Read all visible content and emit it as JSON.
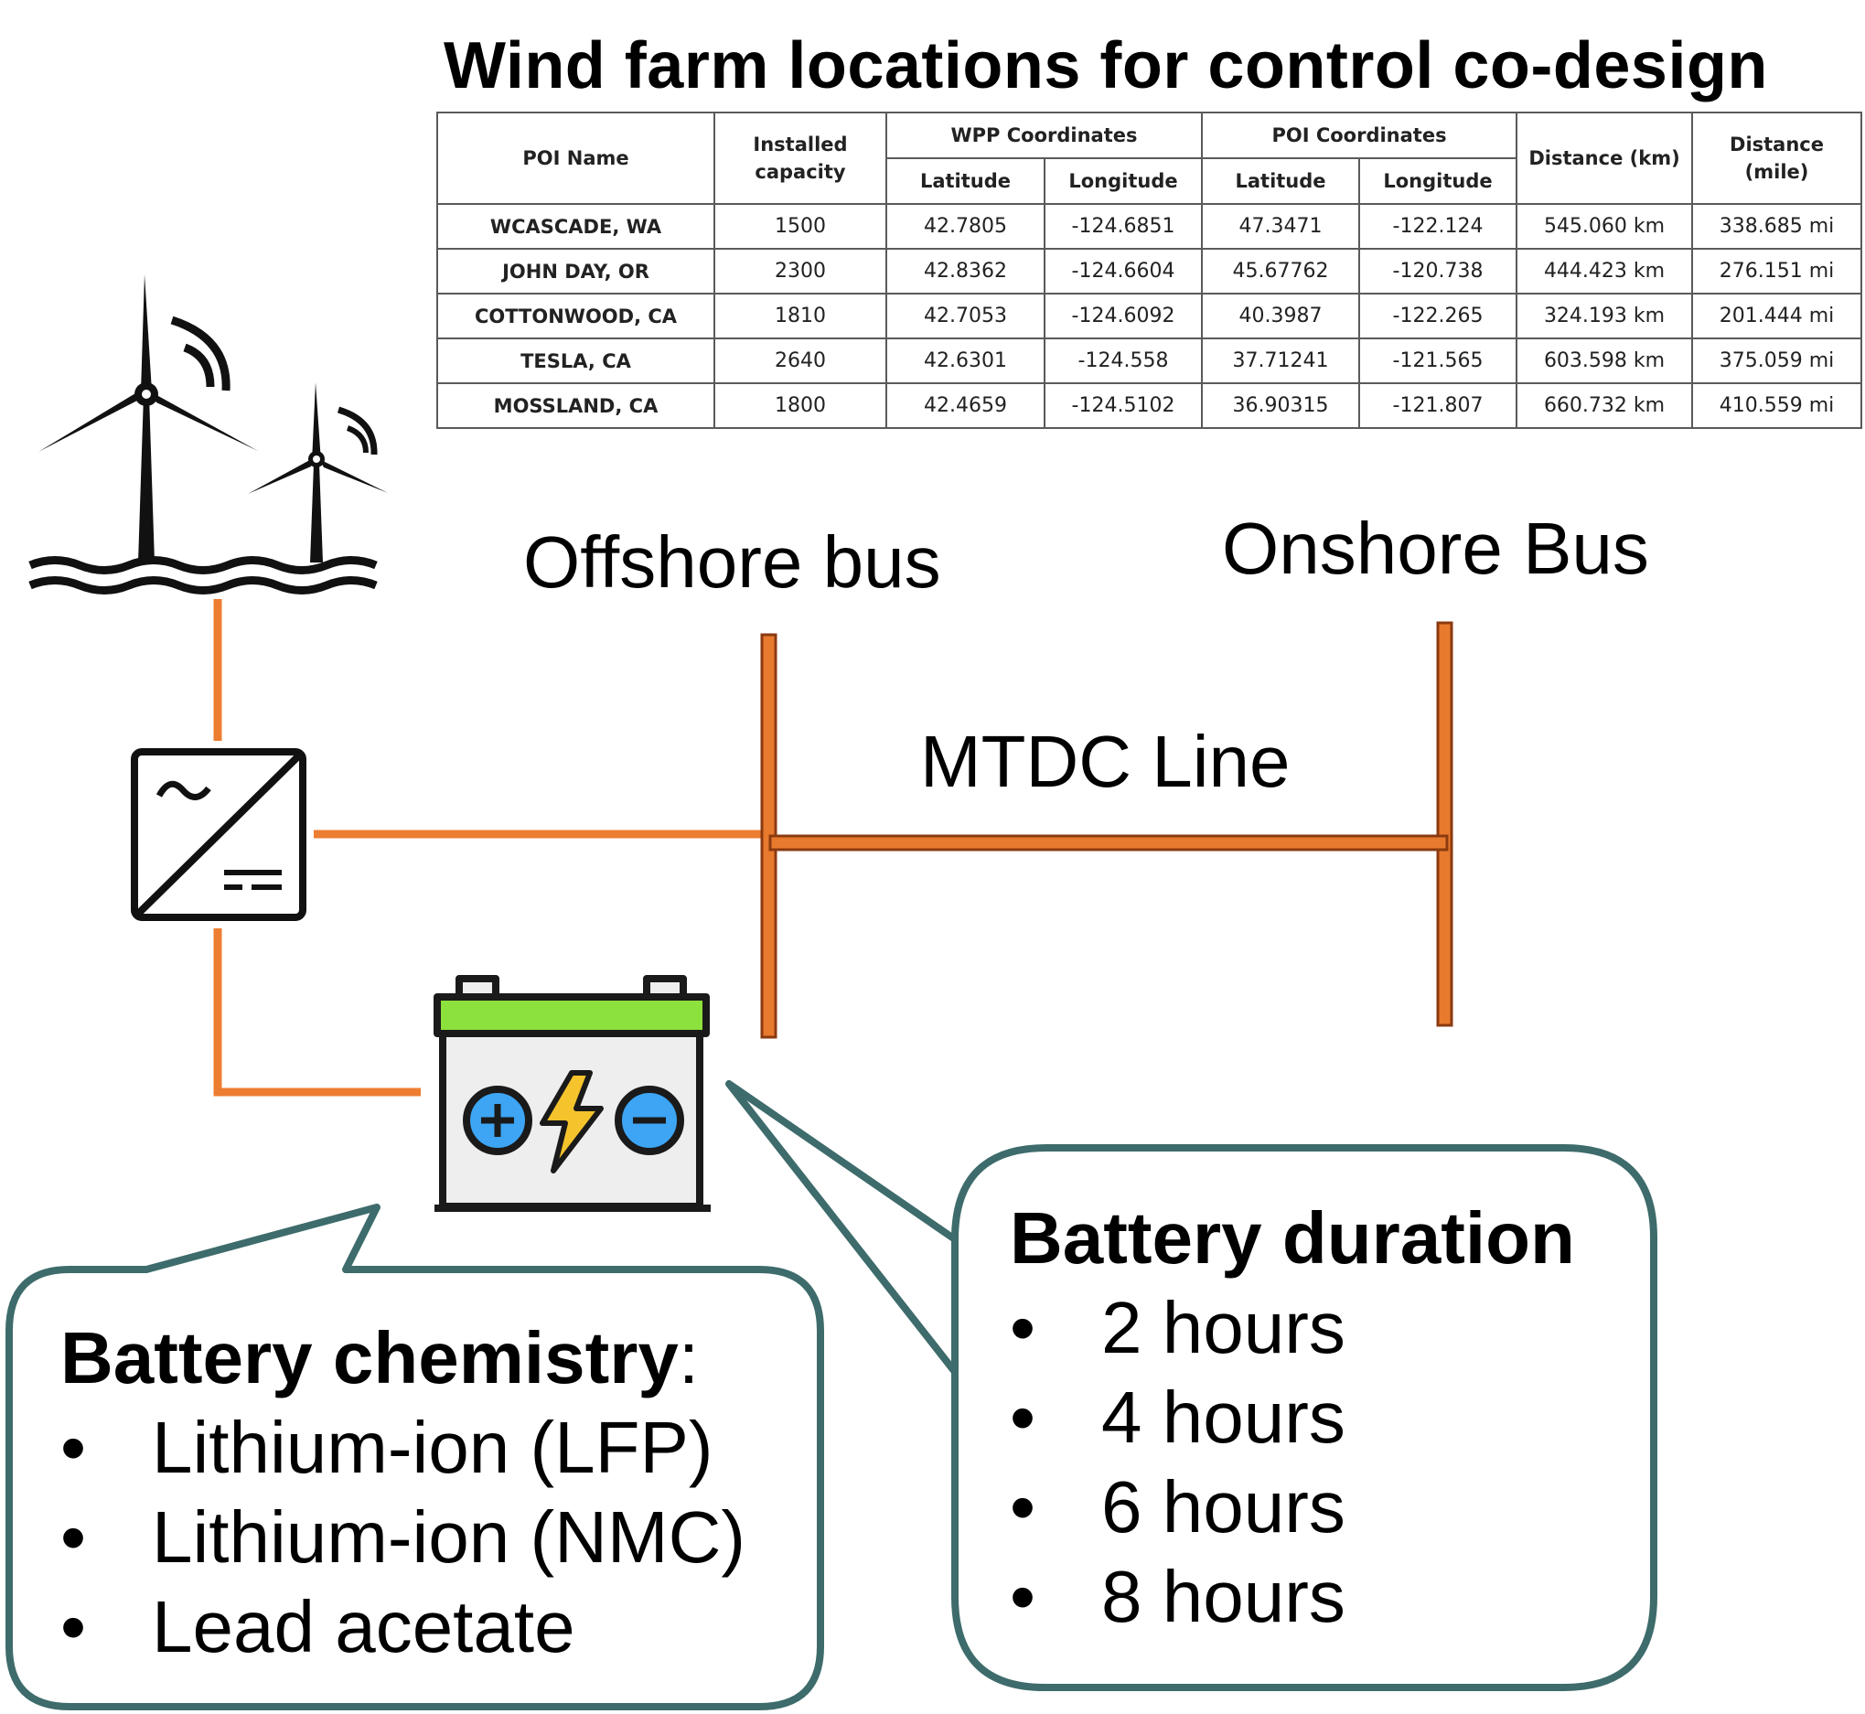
{
  "title": "Wind farm locations for control co-design",
  "table": {
    "headers": {
      "poi_name": "POI Name",
      "installed_capacity_line1": "Installed",
      "installed_capacity_line2": "capacity",
      "wpp_coordinates": "WPP Coordinates",
      "poi_coordinates": "POI Coordinates",
      "distance_km": "Distance (km)",
      "distance_mile_line1": "Distance",
      "distance_mile_line2": "(mile)",
      "latitude": "Latitude",
      "longitude": "Longitude"
    },
    "rows": [
      {
        "name": "WCASCADE, WA",
        "capacity": "1500",
        "wpp_lat": "42.7805",
        "wpp_lon": "-124.6851",
        "poi_lat": "47.3471",
        "poi_lon": "-122.124",
        "dist_km": "545.060 km",
        "dist_mi": "338.685 mi"
      },
      {
        "name": "JOHN DAY, OR",
        "capacity": "2300",
        "wpp_lat": "42.8362",
        "wpp_lon": "-124.6604",
        "poi_lat": "45.67762",
        "poi_lon": "-120.738",
        "dist_km": "444.423 km",
        "dist_mi": "276.151 mi"
      },
      {
        "name": "COTTONWOOD, CA",
        "capacity": "1810",
        "wpp_lat": "42.7053",
        "wpp_lon": "-124.6092",
        "poi_lat": "40.3987",
        "poi_lon": "-122.265",
        "dist_km": "324.193 km",
        "dist_mi": "201.444 mi"
      },
      {
        "name": "TESLA, CA",
        "capacity": "2640",
        "wpp_lat": "42.6301",
        "wpp_lon": "-124.558",
        "poi_lat": "37.71241",
        "poi_lon": "-121.565",
        "dist_km": "603.598 km",
        "dist_mi": "375.059 mi"
      },
      {
        "name": "MOSSLAND, CA",
        "capacity": "1800",
        "wpp_lat": "42.4659",
        "wpp_lon": "-124.5102",
        "poi_lat": "36.90315",
        "poi_lon": "-121.807",
        "dist_km": "660.732 km",
        "dist_mi": "410.559 mi"
      }
    ]
  },
  "diagram": {
    "offshore_bus_label": "Offshore bus",
    "onshore_bus_label": "Onshore Bus",
    "mtdc_line_label": "MTDC Line",
    "icons": [
      "offshore-wind-turbines-icon",
      "ac-dc-converter-icon",
      "battery-icon"
    ],
    "colors": {
      "line_orange": "#ED7D31",
      "bus_fill": "#E87A2E",
      "bus_outline": "#8B3A10",
      "callout_border": "#3E6B6B",
      "battery_top": "#8CE13C",
      "battery_body": "#EEEEEE",
      "terminal_blue": "#3DA5F4",
      "bolt_yellow": "#F5C32C"
    }
  },
  "callouts": {
    "chemistry": {
      "heading": "Battery chemistry",
      "suffix": ":",
      "items": [
        "Lithium-ion (LFP)",
        "Lithium-ion (NMC)",
        "Lead acetate"
      ]
    },
    "duration": {
      "heading": "Battery duration",
      "items": [
        "2 hours",
        "4 hours",
        "6 hours",
        "8 hours"
      ]
    }
  }
}
